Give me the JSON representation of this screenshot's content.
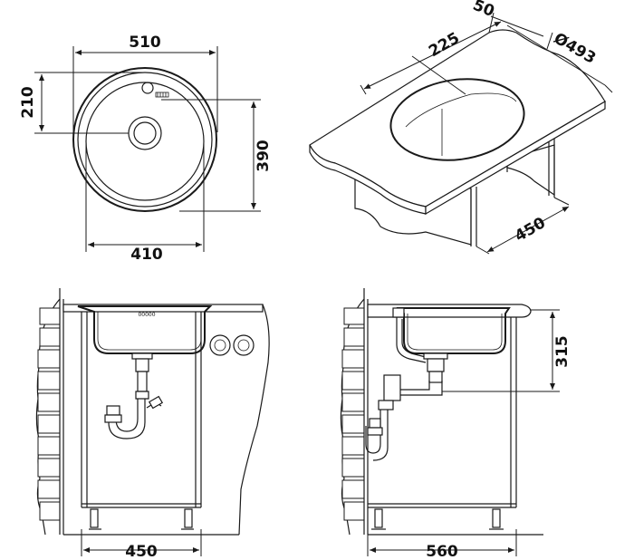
{
  "dimensions": {
    "top_width": "510",
    "offset_depth": "210",
    "depth": "390",
    "bowl_width": "410",
    "worktop_thickness": "50",
    "center_offset": "225",
    "diameter": "Ø493",
    "cabinet_depth_iso": "450",
    "cabinet_width_front": "450",
    "cabinet_width_side": "560",
    "height": "315"
  },
  "fitting_label": "00000"
}
